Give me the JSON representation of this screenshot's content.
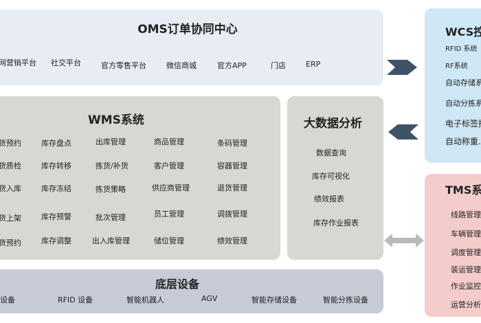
{
  "oms": {
    "title": "OMS订单协同中心",
    "items": [
      "网营销平台",
      "社交平台",
      "官方零售平台",
      "微信商城",
      "官方APP",
      "门店",
      "ERP"
    ]
  },
  "wms": {
    "title": "WMS系统",
    "col0": [
      "货预约",
      "货质检",
      "货入库",
      "货上架",
      "货预约"
    ],
    "col1": [
      "库存盘点",
      "库存转移",
      "库存冻结",
      "库存预警",
      "库存调整"
    ],
    "col2": [
      "出库管理",
      "拣货/补货",
      "拣货策略",
      "批次管理",
      "出入库管理"
    ],
    "col3": [
      "商品管理",
      "客户管理",
      "供应商管理",
      "员工管理",
      "储位管理"
    ],
    "col4": [
      "条码管理",
      "容器管理",
      "退货管理",
      "调拨管理",
      "绩效管理"
    ]
  },
  "bigdata": {
    "title": "大数据分析",
    "items": [
      "数据查询",
      "库存可视化",
      "绩效报表",
      "库存作业报表"
    ]
  },
  "base": {
    "title": "底层设备",
    "items": [
      "设备",
      "RFID 设备",
      "智能机器人",
      "AGV",
      "智能存储设备",
      "智能分拣设备"
    ]
  },
  "wcs": {
    "title": "WCS控",
    "items": [
      "RFID 系统",
      "RF系统",
      "自动存储系",
      "自动分拣系",
      "电子标签拣",
      "自动称重..."
    ]
  },
  "tms": {
    "title": "TMS系",
    "items": [
      "线路管理",
      "车辆管理",
      "调度管理",
      "装运管理",
      "作业监控",
      "运营分析"
    ]
  },
  "colors": {
    "oms_bg": "#e7edf3",
    "panel_bg": "#d8d8d2",
    "base_bg": "#c6cbd6",
    "wcs_bg": "#cfe8f6",
    "tms_bg": "#f4cccc",
    "arrow_dark": "#3f5368",
    "arrow_light": "#b9b9b9"
  }
}
